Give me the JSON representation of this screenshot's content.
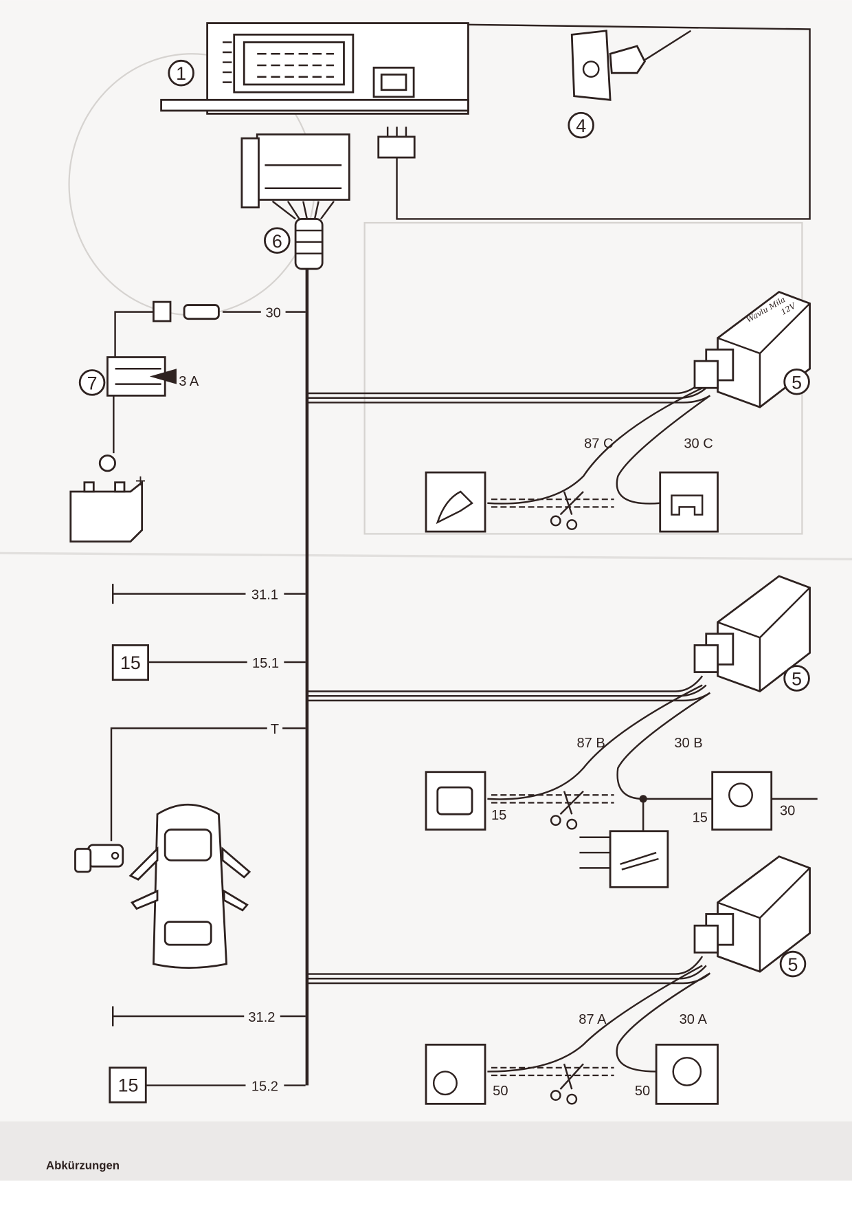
{
  "components": {
    "control_unit": "1",
    "sensor": "4",
    "harness_connector": "6",
    "fuse_holder": "7",
    "relay_top": "5",
    "relay_middle": "5",
    "relay_bottom": "5"
  },
  "fuse": {
    "rating": "3 A",
    "battery_sign": "+"
  },
  "terminals": {
    "t30": "30",
    "t31_1": "31.1",
    "t15_1": "15.1",
    "tT": "T",
    "t31_2": "31.2",
    "t15_2": "15.2",
    "box15_a": "15",
    "box15_b": "15"
  },
  "relay_c": {
    "left": "87 C",
    "right": "30 C"
  },
  "relay_b": {
    "left": "87 B",
    "right": "30 B",
    "ecu_pin": "15",
    "ignition_in": "15",
    "ignition_out": "30"
  },
  "relay_a": {
    "left": "87 A",
    "right": "30 A",
    "starter_pin": "50",
    "ignition_pin": "50"
  },
  "relay_handwriting": {
    "voltage": "12V",
    "note": "Wavlu Mila"
  },
  "footer": {
    "heading": "Abkürzungen"
  }
}
